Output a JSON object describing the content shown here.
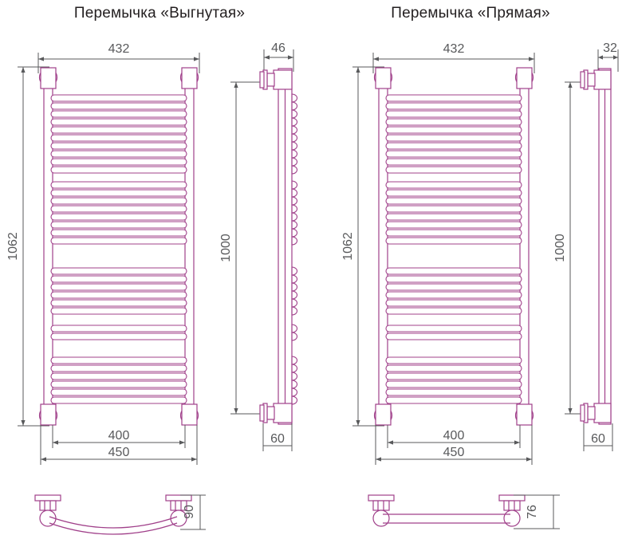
{
  "drawing": {
    "type": "technical-dimension-drawing",
    "subject": "heated towel rail / ladder radiator",
    "line_color_part": "#a0408a",
    "line_color_dimension": "#58595b",
    "text_color": "#231f20",
    "background": "#ffffff"
  },
  "variants": [
    {
      "id": "curved",
      "title": "Перемычка «Выгнутая»",
      "front_view": {
        "width_label": "432",
        "height_label": "1062",
        "foot_inner_label": "400",
        "foot_outer_label": "450"
      },
      "side_view": {
        "depth_label": "46",
        "height_label": "1000",
        "base_label": "60"
      },
      "bottom_view": {
        "depth_label": "90"
      }
    },
    {
      "id": "straight",
      "title": "Перемычка «Прямая»",
      "front_view": {
        "width_label": "432",
        "height_label": "1062",
        "foot_inner_label": "400",
        "foot_outer_label": "450"
      },
      "side_view": {
        "depth_label": "32",
        "height_label": "1000",
        "base_label": "60"
      },
      "bottom_view": {
        "depth_label": "76"
      }
    }
  ]
}
